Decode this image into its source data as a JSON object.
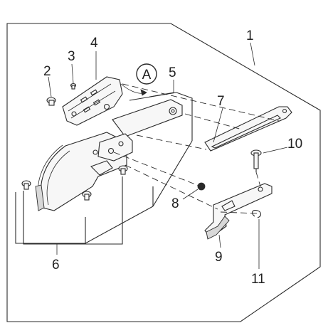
{
  "callouts": {
    "c1": "1",
    "c2": "2",
    "c3": "3",
    "c4": "4",
    "c5": "5",
    "c6": "6",
    "c7": "7",
    "c8": "8",
    "c9": "9",
    "c10": "10",
    "c11": "11",
    "view_a": "A"
  },
  "icons": {
    "view_marker": "circled-letter-icon"
  }
}
